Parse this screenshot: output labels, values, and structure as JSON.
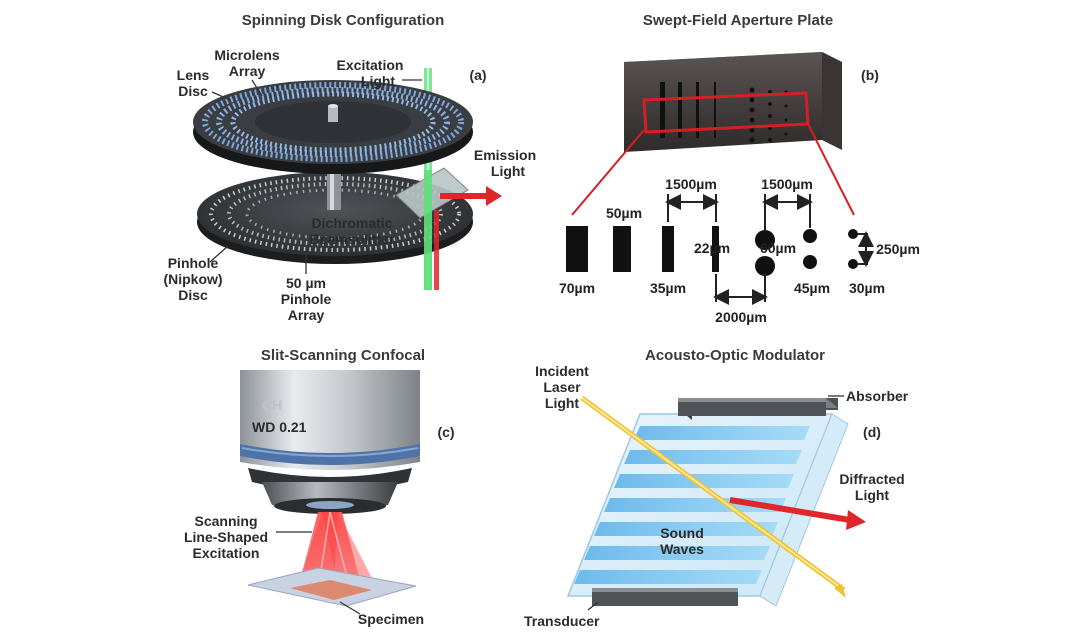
{
  "panels": {
    "a": {
      "title": "Spinning Disk Configuration",
      "tag": "(a)",
      "labels": {
        "microlens_1": "Microlens",
        "microlens_2": "Array",
        "lens_disc_1": "Lens",
        "lens_disc_2": "Disc",
        "excitation_1": "Excitation",
        "excitation_2": "Light",
        "emission_1": "Emission",
        "emission_2": "Light",
        "dichro_1": "Dichromatic",
        "dichro_2": "Beamsplitter",
        "pinhole_disc_1": "Pinhole",
        "pinhole_disc_2": "(Nipkow)",
        "pinhole_disc_3": "Disc",
        "pinhole_array_1": "50 µm",
        "pinhole_array_2": "Pinhole",
        "pinhole_array_3": "Array"
      }
    },
    "b": {
      "title": "Swept-Field Aperture Plate",
      "tag": "(b)",
      "dims": {
        "d70": "70µm",
        "d50": "50µm",
        "d35": "35µm",
        "d22": "22µm",
        "d1500a": "1500µm",
        "d2000": "2000µm",
        "d60": "60µm",
        "d1500b": "1500µm",
        "d45": "45µm",
        "d30": "30µm",
        "d250": "250µm"
      }
    },
    "c": {
      "title": "Slit-Scanning Confocal",
      "tag": "(c)",
      "objective_text": "WD 0.21",
      "objective_partial": "CH",
      "labels": {
        "scan_1": "Scanning",
        "scan_2": "Line-Shaped",
        "scan_3": "Excitation",
        "specimen": "Specimen"
      }
    },
    "d": {
      "title": "Acousto-Optic Modulator",
      "tag": "(d)",
      "labels": {
        "incident_1": "Incident",
        "incident_2": "Laser",
        "incident_3": "Light",
        "absorber": "Absorber",
        "diffracted_1": "Diffracted",
        "diffracted_2": "Light",
        "sound_1": "Sound",
        "sound_2": "Waves",
        "transducer": "Transducer"
      }
    }
  },
  "colors": {
    "laser_red": "#e0262a",
    "laser_green": "#5ee07a",
    "laser_yellow": "#f2c230",
    "disc_dark": "#2e3033",
    "sound_blue": "#6fc3f0"
  }
}
